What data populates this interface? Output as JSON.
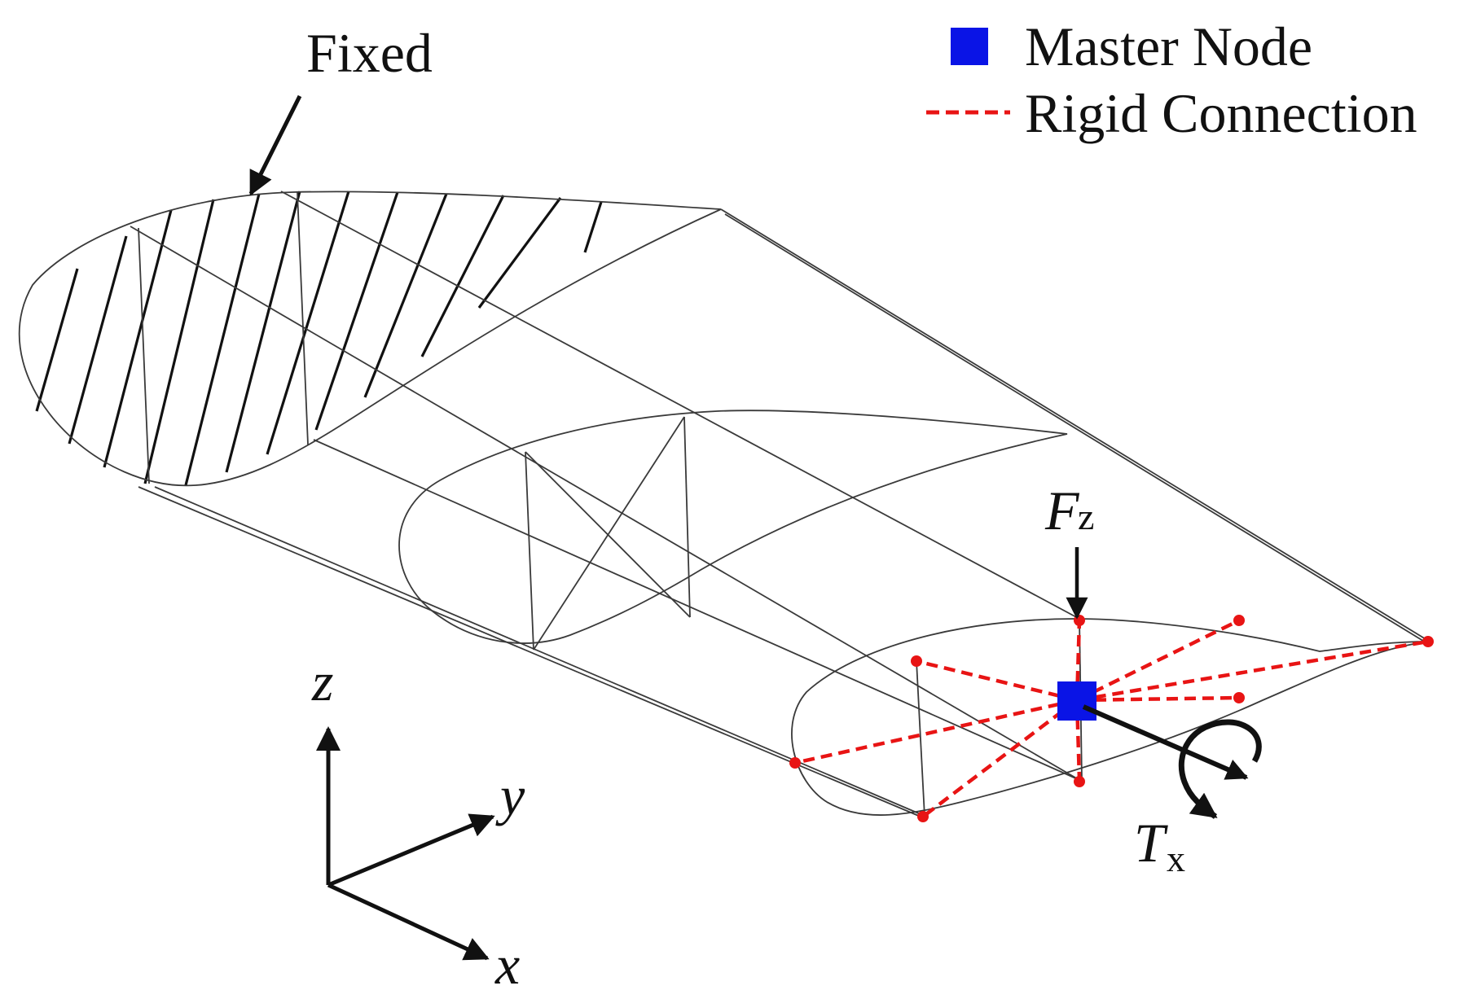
{
  "labels": {
    "fixed": "Fixed",
    "force": "F",
    "force_sub": "z",
    "torque": "T",
    "torque_sub": "x"
  },
  "legend": {
    "master_node": "Master Node",
    "rigid_connection": "Rigid Connection"
  },
  "axes": {
    "z": "z",
    "y": "y",
    "x": "x"
  },
  "colors": {
    "master_node": "#0a14e6",
    "rigid_connection": "#e81414",
    "wireframe": "#3a3a3a",
    "arrows": "#111111"
  }
}
